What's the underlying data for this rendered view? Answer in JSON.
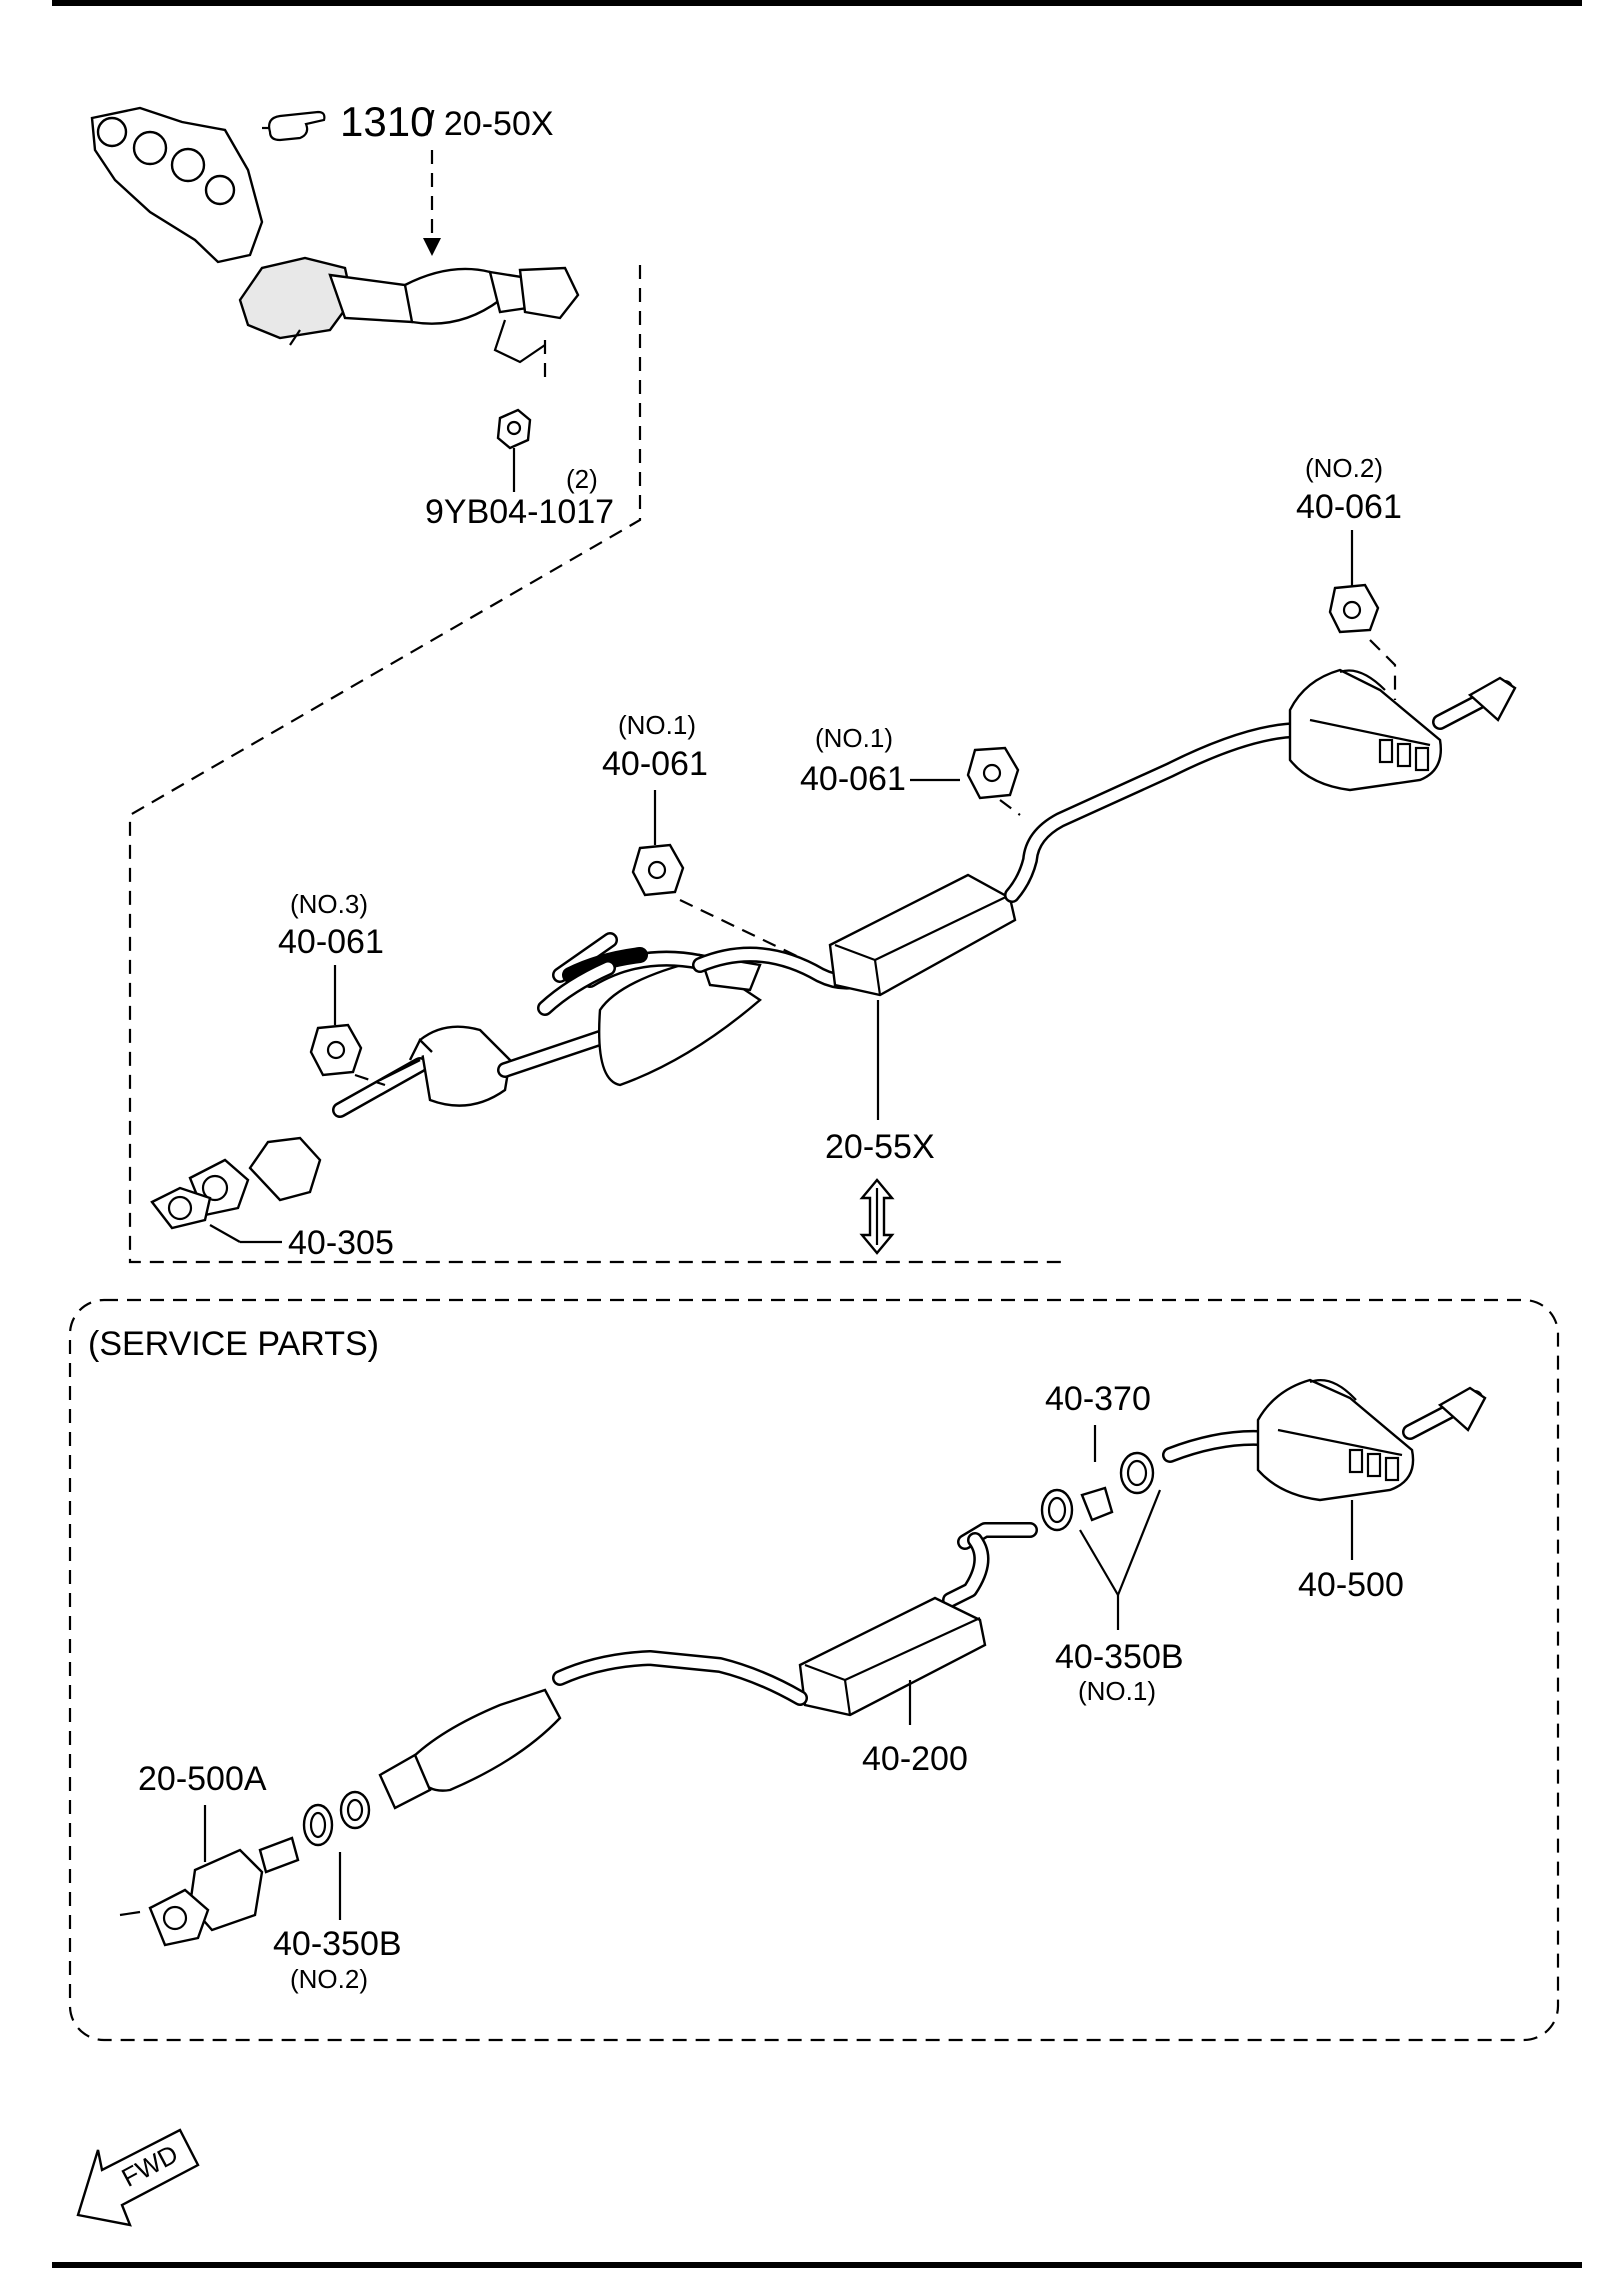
{
  "top_assembly": {
    "manifold_ref": {
      "number": "1310",
      "suffix": "/ 20-50X"
    },
    "nut": {
      "qty": "(2)",
      "part": "9YB04-1017"
    },
    "hanger_no2": {
      "note": "(NO.2)",
      "part": "40-061"
    },
    "hanger_no1_a": {
      "note": "(NO.1)",
      "part": "40-061"
    },
    "hanger_no1_b": {
      "note": "(NO.1)",
      "part": "40-061"
    },
    "hanger_no3": {
      "note": "(NO.3)",
      "part": "40-061"
    },
    "gasket": {
      "part": "40-305"
    },
    "pipe_assembly": {
      "part": "20-55X"
    }
  },
  "service_parts": {
    "title": "(SERVICE PARTS)",
    "bushing": {
      "part": "40-370"
    },
    "rear_muffler": {
      "part": "40-500"
    },
    "gasket_no1": {
      "part": "40-350B",
      "note": "(NO.1)"
    },
    "center_pipe": {
      "part": "40-200"
    },
    "front_pipe": {
      "part": "20-500A"
    },
    "gasket_no2": {
      "part": "40-350B",
      "note": "(NO.2)"
    }
  },
  "fwd_label": "FWD"
}
